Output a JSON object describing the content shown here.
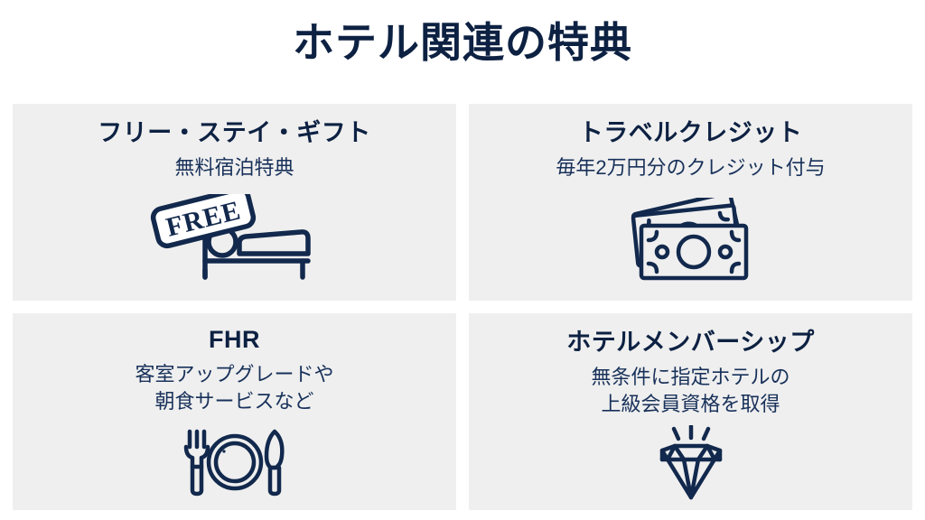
{
  "page": {
    "title": "ホテル関連の特典",
    "background_color": "#ffffff",
    "accent_color": "#0d2142",
    "card_background": "#efefef"
  },
  "cards": [
    {
      "id": "free-stay-gift",
      "title": "フリー・ステイ・ギフト",
      "subtitle_lines": [
        "無料宿泊特典"
      ],
      "icon": "bed-free-sign-icon"
    },
    {
      "id": "travel-credit",
      "title": "トラベルクレジット",
      "subtitle_lines": [
        "毎年2万円分のクレジット付与"
      ],
      "icon": "banknotes-icon"
    },
    {
      "id": "fhr",
      "title": "FHR",
      "subtitle_lines": [
        "客室アップグレードや",
        "朝食サービスなど"
      ],
      "icon": "cutlery-plate-icon"
    },
    {
      "id": "hotel-membership",
      "title": "ホテルメンバーシップ",
      "subtitle_lines": [
        "無条件に指定ホテルの",
        "上級会員資格を取得"
      ],
      "icon": "diamond-sparkle-icon"
    }
  ],
  "icon_labels": {
    "free_sign_text": "FREE"
  }
}
